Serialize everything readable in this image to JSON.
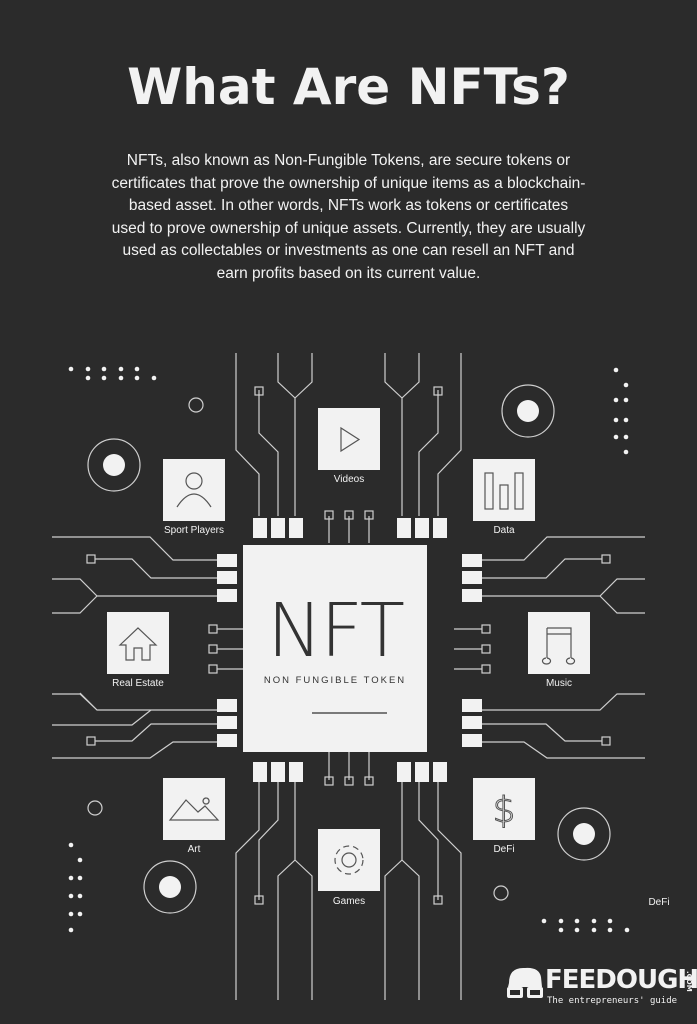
{
  "title": "What Are NFTs?",
  "intro": "NFTs, also known as Non-Fungible Tokens, are secure tokens or certificates that prove the ownership of unique items as a blockchain-based asset. In other words, NFTs work as tokens or certificates used to prove ownership of unique assets. Currently, they are usually used as collectables or investments as one can resell an NFT and earn profits based on its current value.",
  "chip": {
    "big": "NFT",
    "sub": "NON FUNGIBLE TOKEN"
  },
  "nodes": [
    {
      "label": "Videos",
      "icon": "play-icon"
    },
    {
      "label": "Sport Players",
      "icon": "user-icon"
    },
    {
      "label": "Data",
      "icon": "bar-chart-icon"
    },
    {
      "label": "Real Estate",
      "icon": "house-icon"
    },
    {
      "label": "Music",
      "icon": "music-note-icon"
    },
    {
      "label": "Art",
      "icon": "landscape-icon"
    },
    {
      "label": "DeFi",
      "icon": "dollar-icon"
    },
    {
      "label": "Games",
      "icon": "gear-icon"
    }
  ],
  "extra_label": "DeFi",
  "logo": {
    "name": "FEEDOUGH",
    "com": ".COM",
    "tagline": "The entrepreneurs' guide"
  },
  "colors": {
    "background": "#2b2b2b",
    "foreground": "#f2f2f2",
    "chip_text": "#333333"
  }
}
